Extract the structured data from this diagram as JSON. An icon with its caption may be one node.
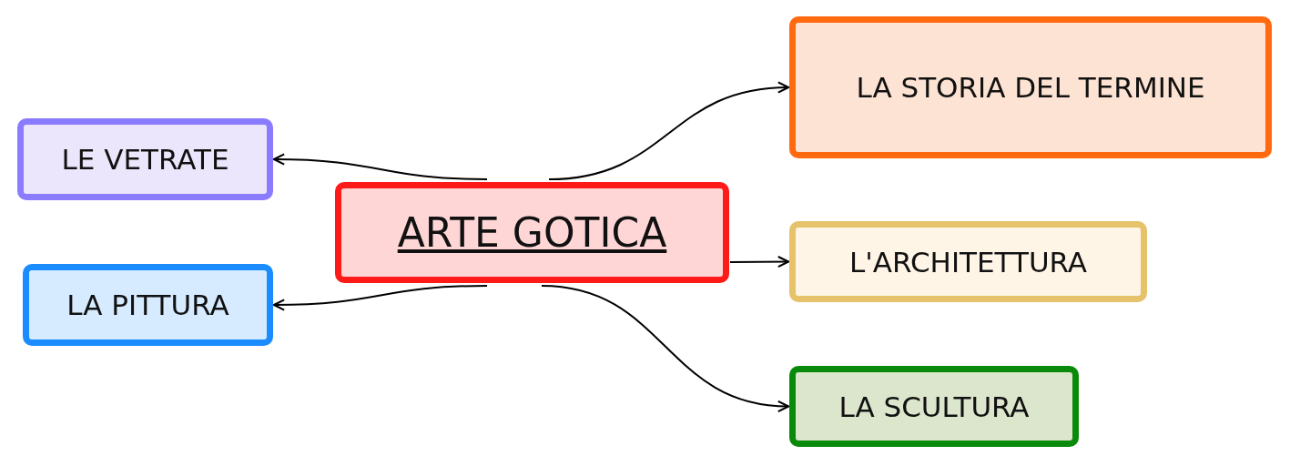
{
  "diagram": {
    "nodes": [
      {
        "text": [
          "ARTE GOTICA"
        ]
      },
      {
        "text": [
          "LE VETRATE"
        ]
      },
      {
        "text": [
          "LA PITTURA"
        ]
      },
      {
        "text": [
          "LA STORIA DEL TERMINE"
        ]
      },
      {
        "text": [
          "L'ARCHITETTURA"
        ]
      },
      {
        "text": [
          "LA SCULTURA"
        ]
      }
    ],
    "edges": [
      {
        "from": 0,
        "to": 1,
        "arrow": "to"
      },
      {
        "from": 0,
        "to": 2,
        "arrow": "to"
      },
      {
        "from": 0,
        "to": 3,
        "arrow": "to"
      },
      {
        "from": 0,
        "to": 4,
        "arrow": "to"
      },
      {
        "from": 0,
        "to": 5,
        "arrow": "to"
      }
    ]
  }
}
